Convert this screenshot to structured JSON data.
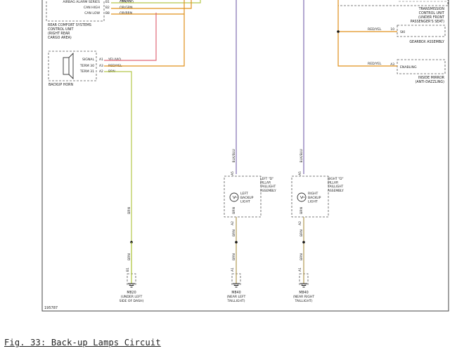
{
  "figure_caption": "Fig. 33: Back-up Lamps Circuit",
  "figure_code": "195787",
  "colors": {
    "orange": "#e0901a",
    "green": "#b5c84a",
    "pink": "#e06878",
    "purple": "#8a7ab8",
    "brown": "#b8a060",
    "frame": "#444444"
  },
  "rear_comfort": {
    "label": [
      "REAR COMFORT SYSTEMS",
      "CONTROL UNIT",
      "(RIGHT REAR",
      "CARGO AREA)"
    ],
    "pins": [
      {
        "func": "AIRBAG ALARM SERIES",
        "pin": "B1",
        "wire": "GRN/VIO"
      },
      {
        "func": "CAN HIGH",
        "pin": "B2",
        "wire": "OR/GRN"
      },
      {
        "func": "CAN LOW",
        "pin": "B8",
        "wire": "OR/BRN"
      }
    ],
    "top_wire": "YEL/VIO"
  },
  "backup_horn": {
    "label": "BACKUP HORN",
    "pins": [
      {
        "func": "SIGNAL",
        "pin": "A1",
        "wire": "YEL/VIO"
      },
      {
        "func": "TERM 30",
        "pin": "A3",
        "wire": "RED/YEL"
      },
      {
        "func": "TERM 31",
        "pin": "A2",
        "wire": "BRN"
      }
    ]
  },
  "transmission": {
    "label": [
      "TRANSMISSION",
      "CONTROL UNIT",
      "(UNDER FRONT",
      "PASSENGER'S SEAT)"
    ],
    "pin_no": "10",
    "pin_func": "SKI",
    "wire": "RED/YEL",
    "sub_label": "GEARBOX ASSEMBLY"
  },
  "inside_mirror": {
    "label": [
      "INSIDE MIRROR",
      "(ANTI-DAZZLING)"
    ],
    "pin_no": "A3",
    "pin_func": "ENABLING",
    "wire": "RED/YEL"
  },
  "left_lamp": {
    "pillar_label": [
      "LEFT \"D\"",
      "PILLAR",
      "TAILLIGHT",
      "ASSEMBLY"
    ],
    "bulb_label": [
      "LEFT",
      "BACKUP",
      "LIGHT"
    ],
    "pin_top": "A5",
    "pin_bottom": "A2",
    "wire_top": "BLK/BLU",
    "wire_bottom": "BRN"
  },
  "right_lamp": {
    "pillar_label": [
      "RIGHT \"D\"",
      "PILLAR",
      "TAILLIGHT",
      "ASSEMBLY"
    ],
    "bulb_label": [
      "RIGHT",
      "BACKUP",
      "LIGHT"
    ],
    "pin_top": "A5",
    "pin_bottom": "A2",
    "wire_top": "BLK/BLU",
    "wire_bottom": "BRN"
  },
  "grounds": [
    {
      "code": "M820",
      "desc": [
        "(UNDER LEFT",
        "SIDE OF DASH)"
      ],
      "pin": "B1",
      "wire": "BRN"
    },
    {
      "code": "M840",
      "desc": [
        "(NEAR LEFT",
        "TAILLIGHT)"
      ],
      "pin": "A1",
      "wire": "BRN"
    },
    {
      "code": "M840",
      "desc": [
        "(NEAR RIGHT",
        "TAILLIGHT)"
      ],
      "pin": "A1",
      "wire": "BRN"
    }
  ]
}
